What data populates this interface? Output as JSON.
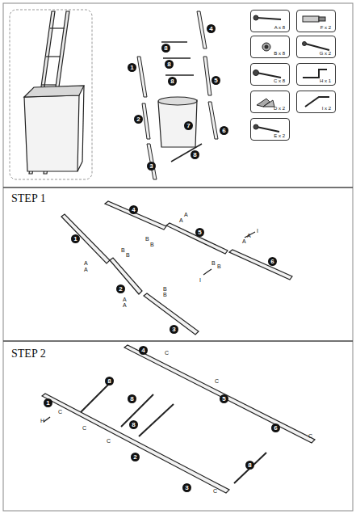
{
  "diagram": {
    "nodes": [
      {
        "text": [
          "A x 8"
        ]
      },
      {
        "text": [
          "F x 2"
        ]
      },
      {
        "text": [
          "B x 8"
        ]
      },
      {
        "text": [
          "G x 2"
        ]
      },
      {
        "text": [
          "C x 8"
        ]
      },
      {
        "text": [
          "H x 1"
        ]
      },
      {
        "text": [
          "D x 2"
        ]
      },
      {
        "text": [
          "I x 2"
        ]
      },
      {
        "text": [
          "E x 2"
        ]
      }
    ],
    "labels": [
      "8",
      "8",
      "8",
      "4",
      "1",
      "5",
      "2",
      "7",
      "6",
      "3",
      "8",
      "STEP 1",
      "4",
      "1",
      "5",
      "6",
      "2",
      "3",
      "A",
      "A",
      "B",
      "B",
      "A",
      "A",
      "I",
      "B",
      "B",
      "I",
      "B",
      "B",
      "A",
      "A",
      "B",
      "B",
      "A",
      "A",
      "STEP 2",
      "4",
      "C",
      "8",
      "C",
      "5",
      "8",
      "1",
      "C",
      "H",
      "C",
      "8",
      "6",
      "C",
      "C",
      "2",
      "8",
      "3",
      "C"
    ]
  }
}
